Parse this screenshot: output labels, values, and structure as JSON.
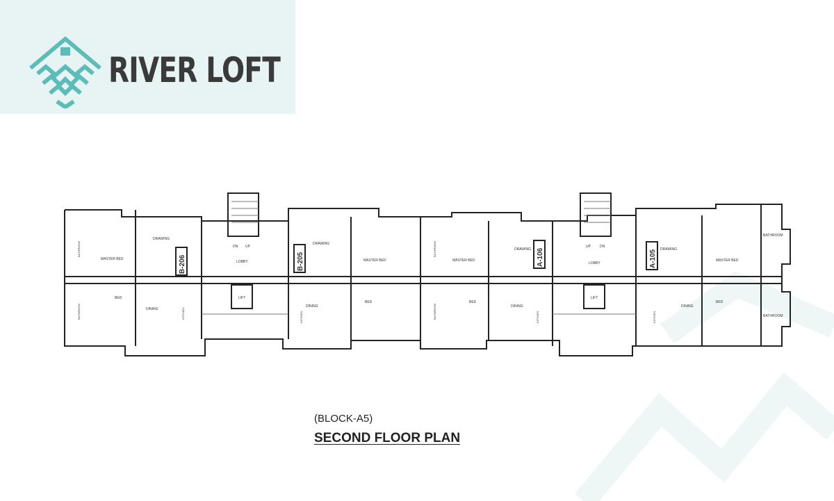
{
  "brand": {
    "name": "RIVER LOFT",
    "accent_color": "#5bbdb8",
    "text_color": "#3a3a3a",
    "logo_icon": "house-waves-logo-icon"
  },
  "floor_plan": {
    "block": "(BLOCK-A5)",
    "title": "SECOND FLOOR PLAN",
    "units": [
      "B-206",
      "B-205",
      "A-106",
      "A-105"
    ],
    "rooms": {
      "master_bed": "MASTER BED",
      "bed": "BED",
      "drawing": "DRAWING",
      "dining": "DINING",
      "kitchen": "KITCHEN",
      "bathroom": "BATHROOM",
      "lobby": "LOBBY",
      "lift": "LIFT",
      "up": "UP",
      "dn": "DN"
    }
  }
}
